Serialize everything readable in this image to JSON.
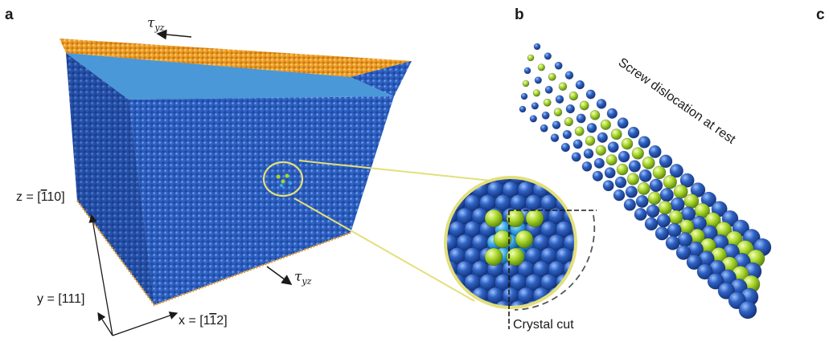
{
  "panels": {
    "a": "a",
    "b": "b",
    "c": "c"
  },
  "stress_label": {
    "symbol": "τ",
    "subscript": "yz"
  },
  "axes": {
    "z": {
      "prefix": "z = [",
      "bar": "1",
      "rest": "10]"
    },
    "y": {
      "text": "y = [111]"
    },
    "x": {
      "prefix": "x = [1",
      "bar": "1",
      "rest": "2]"
    }
  },
  "zoom_label": "Crystal cut",
  "dislocation_label": "Screw dislocation at rest",
  "colors": {
    "atom_blue": "#2f63c4",
    "atom_light_blue": "#36a4e4",
    "atom_green": "#a9d62b",
    "atom_orange": "#f0a12a",
    "highlight_yellow": "#e3df7b"
  }
}
